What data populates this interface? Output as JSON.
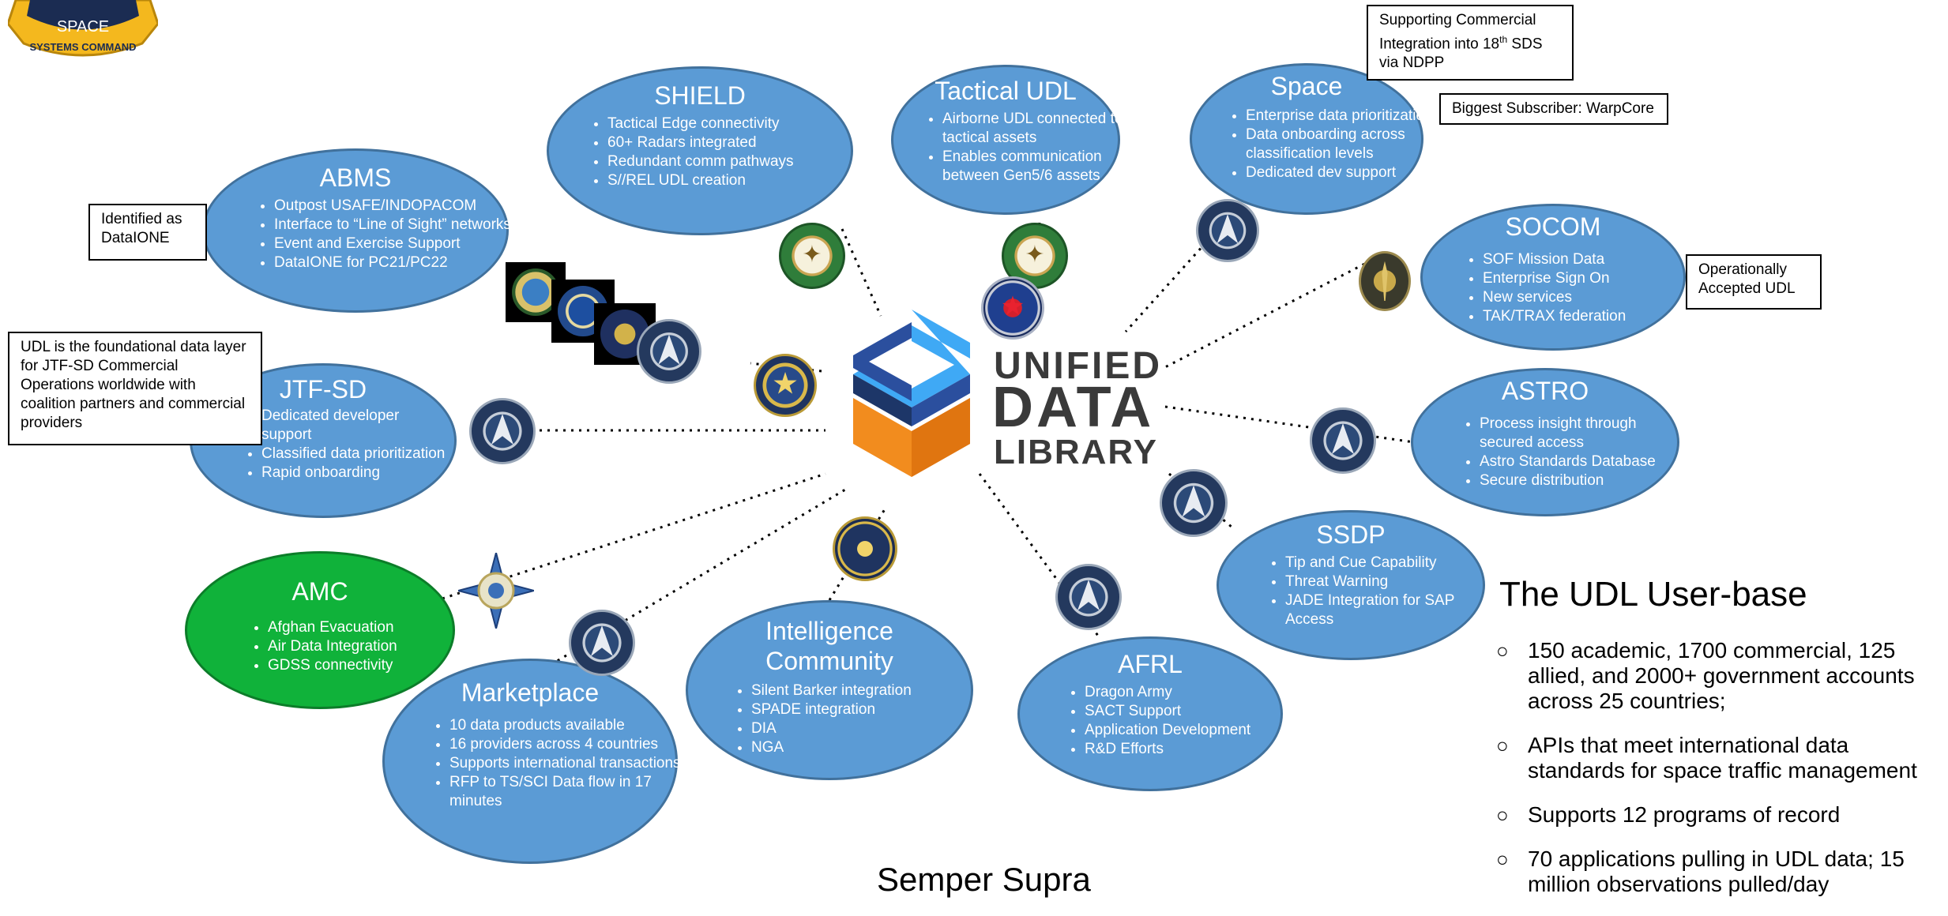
{
  "hub": {
    "line1": "UNIFIED",
    "line2": "DATA",
    "line3": "LIBRARY"
  },
  "corner_logo": {
    "text1": "SPACE",
    "text2": "SYSTEMS COMMAND"
  },
  "nodes": {
    "shield": {
      "title": "SHIELD",
      "items": [
        "Tactical Edge connectivity",
        "60+ Radars integrated",
        "Redundant comm pathways",
        "S//REL UDL creation"
      ]
    },
    "tactical_udl": {
      "title": "Tactical UDL",
      "items": [
        "Airborne UDL connected to tactical assets",
        "Enables communication between Gen5/6 assets"
      ]
    },
    "space": {
      "title": "Space",
      "items": [
        "Enterprise data prioritization",
        "Data onboarding across classification levels",
        "Dedicated dev support"
      ]
    },
    "abms": {
      "title": "ABMS",
      "items": [
        "Outpost USAFE/INDOPACOM",
        "Interface to “Line of Sight” networks",
        "Event and Exercise Support",
        "DataIONE for PC21/PC22"
      ]
    },
    "socom": {
      "title": "SOCOM",
      "items": [
        "SOF Mission Data",
        "Enterprise Sign On",
        "New services",
        "TAK/TRAX federation"
      ]
    },
    "jtfsd": {
      "title": "JTF-SD",
      "items": [
        "Dedicated developer support",
        "Classified data prioritization",
        "Rapid onboarding"
      ]
    },
    "astro": {
      "title": "ASTRO",
      "items": [
        "Process insight through secured access",
        "Astro Standards Database",
        "Secure distribution"
      ]
    },
    "ssdp": {
      "title": "SSDP",
      "items": [
        "Tip and Cue Capability",
        "Threat Warning",
        "JADE Integration for SAP Access"
      ]
    },
    "amc": {
      "title": "AMC",
      "items": [
        "Afghan Evacuation",
        "Air Data Integration",
        "GDSS connectivity"
      ]
    },
    "marketplace": {
      "title": "Marketplace",
      "items": [
        "10 data products available",
        "16 providers across 4 countries",
        "Supports international transactions",
        "RFP to TS/SCI Data flow in 17 minutes"
      ]
    },
    "intel": {
      "title_line1": "Intelligence",
      "title_line2": "Community",
      "items": [
        "Silent Barker integration",
        "SPADE integration",
        "DIA",
        "NGA"
      ]
    },
    "afrl": {
      "title": "AFRL",
      "items": [
        "Dragon Army",
        "SACT Support",
        "Application Development",
        "R&D Efforts"
      ]
    }
  },
  "callouts": {
    "commercial_pre": "Supporting Commercial Integration into 18",
    "commercial_sup": "th",
    "commercial_post": " SDS via NDPP",
    "warpcore": "Biggest Subscriber: WarpCore",
    "dataione": "Identified as DataIONE",
    "socom_accepted": "Operationally Accepted UDL",
    "jtfsd_foundation": "UDL is the foundational data layer for JTF-SD Commercial Operations worldwide with coalition partners and commercial providers"
  },
  "summary": {
    "title": "The UDL User-base",
    "bullet": "○",
    "items": [
      "150 academic, 1700 commercial, 125 allied, and 2000+ government accounts across 25 countries;",
      "APIs that meet international data standards for space traffic management",
      "Supports 12 programs of record",
      "70 applications pulling in UDL data; 15 million observations pulled/day"
    ]
  },
  "footer": "Semper Supra",
  "colors": {
    "node_blue": "#5b9bd5",
    "node_green": "#10b23a",
    "logo_blue_light": "#3fa9f5",
    "logo_blue_dark": "#2b4f9e",
    "logo_navy": "#1d3668",
    "logo_orange": "#f28c1e"
  }
}
